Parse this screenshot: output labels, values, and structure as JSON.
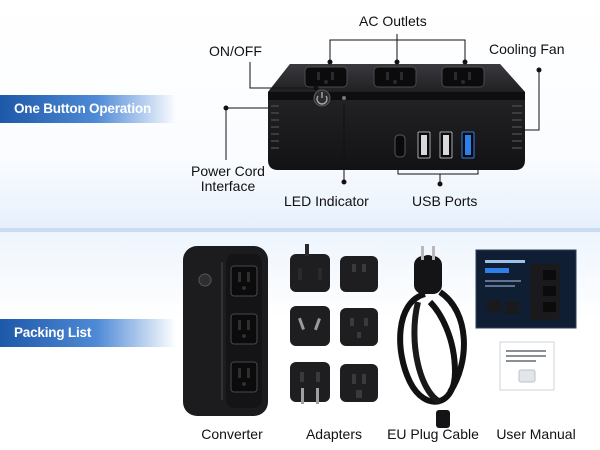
{
  "features": {
    "banner": "One Button Operation",
    "labels": {
      "ac_outlets": "AC Outlets",
      "on_off": "ON/OFF",
      "cooling_fan": "Cooling Fan",
      "power_cord_line1": "Power Cord",
      "power_cord_line2": "Interface",
      "led_indicator": "LED Indicator",
      "usb_ports": "USB Ports"
    }
  },
  "packing_list": {
    "banner": "Packing List",
    "items": [
      "Converter",
      "Adapters",
      "EU Plug Cable",
      "User Manual"
    ]
  },
  "colors": {
    "banner_start": "#1e58a8",
    "device_body": "#1d1d1f",
    "usb_accent": "#2f7fe8",
    "divider": "#c9dcf2"
  }
}
